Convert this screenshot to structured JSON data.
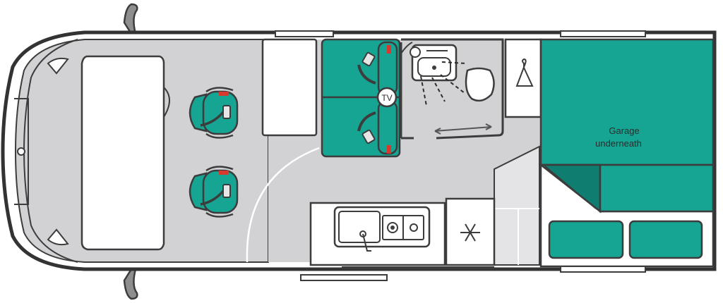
{
  "labels": {
    "tv": "TV",
    "garage_line1": "Garage",
    "garage_line2": "underneath"
  },
  "colors": {
    "teal": "#17a593",
    "teal_dark": "#0f7d6f",
    "floor": "#d2d2d4",
    "outline": "#3c3c3c",
    "white": "#ffffff",
    "seatbelt": "#d8382e"
  },
  "icons": [
    "snowflake-icon",
    "coat-hanger-icon",
    "tv-icon",
    "sink-icon",
    "hob-icon",
    "toilet-icon",
    "mirror-icon",
    "seatbelt-icon",
    "slide-arrow-icon"
  ]
}
